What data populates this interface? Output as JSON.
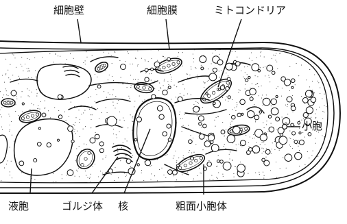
{
  "labels": {
    "cell_wall": "細胞壁",
    "cell_membrane": "細胞膜",
    "mitochondria": "ミトコンドリア",
    "vesicle": "小胞",
    "vacuole": "液胞",
    "golgi": "ゴルジ体",
    "nucleus": "核",
    "rough_er": "粗面小胞体"
  }
}
